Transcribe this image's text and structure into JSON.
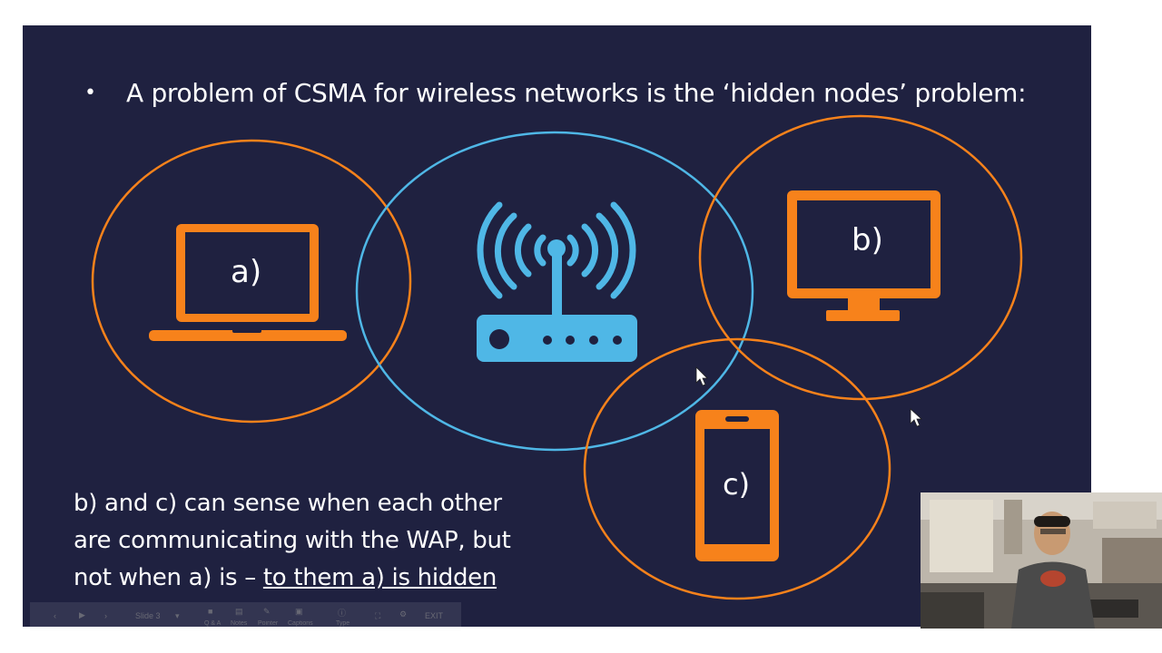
{
  "slide": {
    "bullet_text": "A problem of CSMA for wireless networks is the ‘hidden nodes’ problem:",
    "caption_lines": [
      "b) and c) can sense when each other",
      "are communicating with the WAP, but"
    ],
    "caption_line3_plain": "not when a) is – ",
    "caption_line3_underlined": "to them a) is hidden",
    "devices": {
      "laptop": {
        "label": "a)",
        "icon": "laptop-icon"
      },
      "router": {
        "icon": "wireless-router-icon"
      },
      "monitor": {
        "label": "b)",
        "icon": "monitor-icon"
      },
      "phone": {
        "label": "c)",
        "icon": "smartphone-icon"
      }
    },
    "colors": {
      "background": "#1f2140",
      "orange": "#f7821b",
      "blue": "#4fb7e6",
      "text": "#ffffff"
    }
  },
  "toolbar": {
    "slide_label": "Slide 3",
    "items": [
      "Q & A",
      "Notes",
      "Pointer",
      "Captions",
      "Type"
    ],
    "exit_label": "EXIT"
  }
}
